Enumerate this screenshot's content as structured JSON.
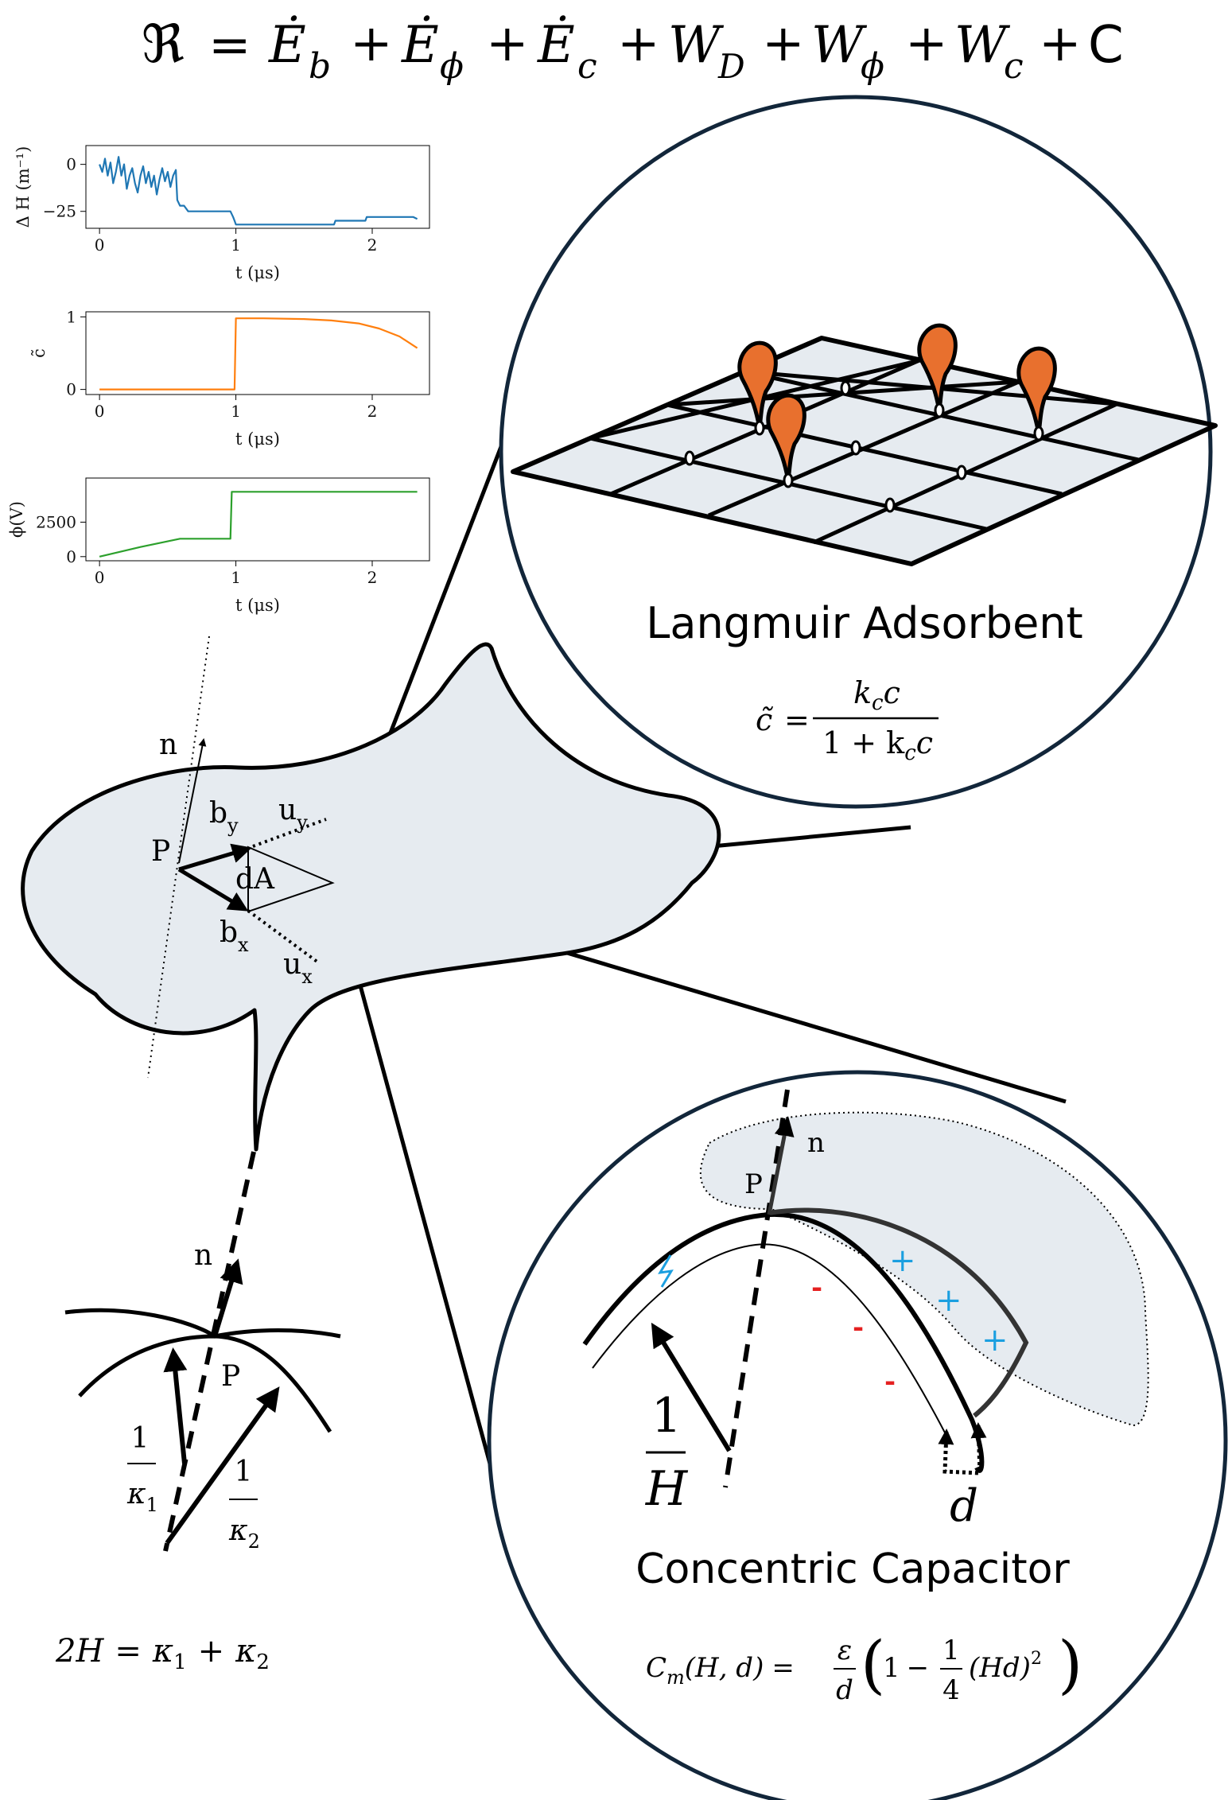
{
  "top_equation": {
    "lhs": "ℜ",
    "terms": [
      "Ė",
      "Ė",
      "Ė",
      "W",
      "W",
      "W"
    ],
    "subs": [
      "b",
      "ϕ",
      "c",
      "D",
      "ϕ",
      "c"
    ],
    "plus": "+",
    "equals": "=",
    "last": "C"
  },
  "colors": {
    "line": "#000000",
    "surface_fill": "#e6ebf0",
    "circle_stroke": "#12263a",
    "adsorbate": "#e8702e",
    "plus_charge": "#1b9fe0",
    "minus_charge": "#e52020",
    "series_dH": "#1f77b4",
    "series_c": "#ff7f0e",
    "series_phi": "#2ca02c"
  },
  "chart_data": [
    {
      "type": "line",
      "ylabel": "Δ H (m⁻¹)",
      "xlabel": "t (μs)",
      "xlim": [
        -0.1,
        2.42
      ],
      "ylim": [
        -34,
        10
      ],
      "xticks": [
        "0",
        "1",
        "2"
      ],
      "yticks": [
        "0",
        "−25"
      ],
      "ytick_values": [
        0,
        -25
      ],
      "series": [
        {
          "color": "#1f77b4",
          "points": [
            [
              0,
              0
            ],
            [
              0.02,
              -4
            ],
            [
              0.04,
              3
            ],
            [
              0.06,
              -6
            ],
            [
              0.08,
              1
            ],
            [
              0.1,
              -10
            ],
            [
              0.12,
              -4
            ],
            [
              0.14,
              4
            ],
            [
              0.16,
              -6
            ],
            [
              0.18,
              0
            ],
            [
              0.2,
              -13
            ],
            [
              0.22,
              -6
            ],
            [
              0.24,
              -2
            ],
            [
              0.26,
              -10
            ],
            [
              0.28,
              -15
            ],
            [
              0.3,
              -6
            ],
            [
              0.32,
              -1
            ],
            [
              0.34,
              -10
            ],
            [
              0.36,
              -4
            ],
            [
              0.38,
              -12
            ],
            [
              0.4,
              -6
            ],
            [
              0.42,
              -16
            ],
            [
              0.44,
              -8
            ],
            [
              0.46,
              -2
            ],
            [
              0.48,
              -9
            ],
            [
              0.5,
              -4
            ],
            [
              0.52,
              -12
            ],
            [
              0.54,
              -6
            ],
            [
              0.56,
              -3
            ],
            [
              0.57,
              -19
            ],
            [
              0.59,
              -22
            ],
            [
              0.62,
              -22
            ],
            [
              0.65,
              -25
            ],
            [
              0.8,
              -25
            ],
            [
              0.96,
              -25
            ],
            [
              0.98,
              -28
            ],
            [
              0.99,
              -30
            ],
            [
              1.0,
              -32
            ],
            [
              1.72,
              -32
            ],
            [
              1.73,
              -30
            ],
            [
              1.95,
              -30
            ],
            [
              1.96,
              -28
            ],
            [
              2.3,
              -28
            ],
            [
              2.33,
              -29
            ]
          ]
        }
      ]
    },
    {
      "type": "line",
      "ylabel": "c̃",
      "xlabel": "t (μs)",
      "xlim": [
        -0.1,
        2.42
      ],
      "ylim": [
        -0.07,
        1.07
      ],
      "xticks": [
        "0",
        "1",
        "2"
      ],
      "yticks": [
        "0",
        "1"
      ],
      "ytick_values": [
        0,
        1
      ],
      "series": [
        {
          "color": "#ff7f0e",
          "points": [
            [
              0,
              0
            ],
            [
              0.99,
              0
            ],
            [
              1.0,
              0.98
            ],
            [
              1.2,
              0.98
            ],
            [
              1.5,
              0.97
            ],
            [
              1.7,
              0.95
            ],
            [
              1.9,
              0.91
            ],
            [
              2.05,
              0.84
            ],
            [
              2.2,
              0.73
            ],
            [
              2.33,
              0.57
            ]
          ]
        }
      ]
    },
    {
      "type": "line",
      "ylabel": "ϕ(V)",
      "xlabel": "t (μs)",
      "xlim": [
        -0.1,
        2.42
      ],
      "ylim": [
        -300,
        5700
      ],
      "xticks": [
        "0",
        "1",
        "2"
      ],
      "yticks": [
        "0",
        "2500"
      ],
      "ytick_values": [
        0,
        2500
      ],
      "series": [
        {
          "color": "#2ca02c",
          "points": [
            [
              0,
              0
            ],
            [
              0.3,
              700
            ],
            [
              0.59,
              1300
            ],
            [
              0.96,
              1300
            ],
            [
              0.97,
              4700
            ],
            [
              2.33,
              4700
            ]
          ]
        }
      ]
    }
  ],
  "surface_labels": {
    "n": "n",
    "P": "P",
    "by_main": "b",
    "by_sub": "y",
    "uy_main": "u",
    "uy_sub": "y",
    "bx_main": "b",
    "bx_sub": "x",
    "ux_main": "u",
    "ux_sub": "x",
    "dA": "dA"
  },
  "langmuir": {
    "title": "Langmuir Adsorbent",
    "eq_lhs": "c̃",
    "eq_equals": "=",
    "num_k": "k",
    "num_sub": "c",
    "num_c": "c",
    "den_1": "1 + k",
    "den_sub": "c",
    "den_c": "c"
  },
  "curvature": {
    "n": "n",
    "P": "P",
    "k1_num": "1",
    "k1_den": "κ",
    "k1_sub": "1",
    "k2_num": "1",
    "k2_den": "κ",
    "k2_sub": "2",
    "eq_2H": "2H",
    "eq_equals": "=",
    "eq_k": "κ",
    "eq_plus": "+",
    "eq_sub1": "1",
    "eq_sub2": "2"
  },
  "capacitor": {
    "title": "Concentric Capacitor",
    "n": "n",
    "P": "P",
    "H_num": "1",
    "H_den": "H",
    "d": "d",
    "plus": "+",
    "minus": "-",
    "eq_C": "C",
    "eq_m": "m",
    "eq_args": "(H, d)",
    "eq_equals": "=",
    "eq_eps": "ε",
    "eq_d": "d",
    "eq_paren_open": "(",
    "eq_paren_close": ")",
    "eq_one": "1",
    "eq_minus": "−",
    "eq_quarter_num": "1",
    "eq_quarter_den": "4",
    "eq_Hd": "(Hd)",
    "eq_sq": "2"
  }
}
